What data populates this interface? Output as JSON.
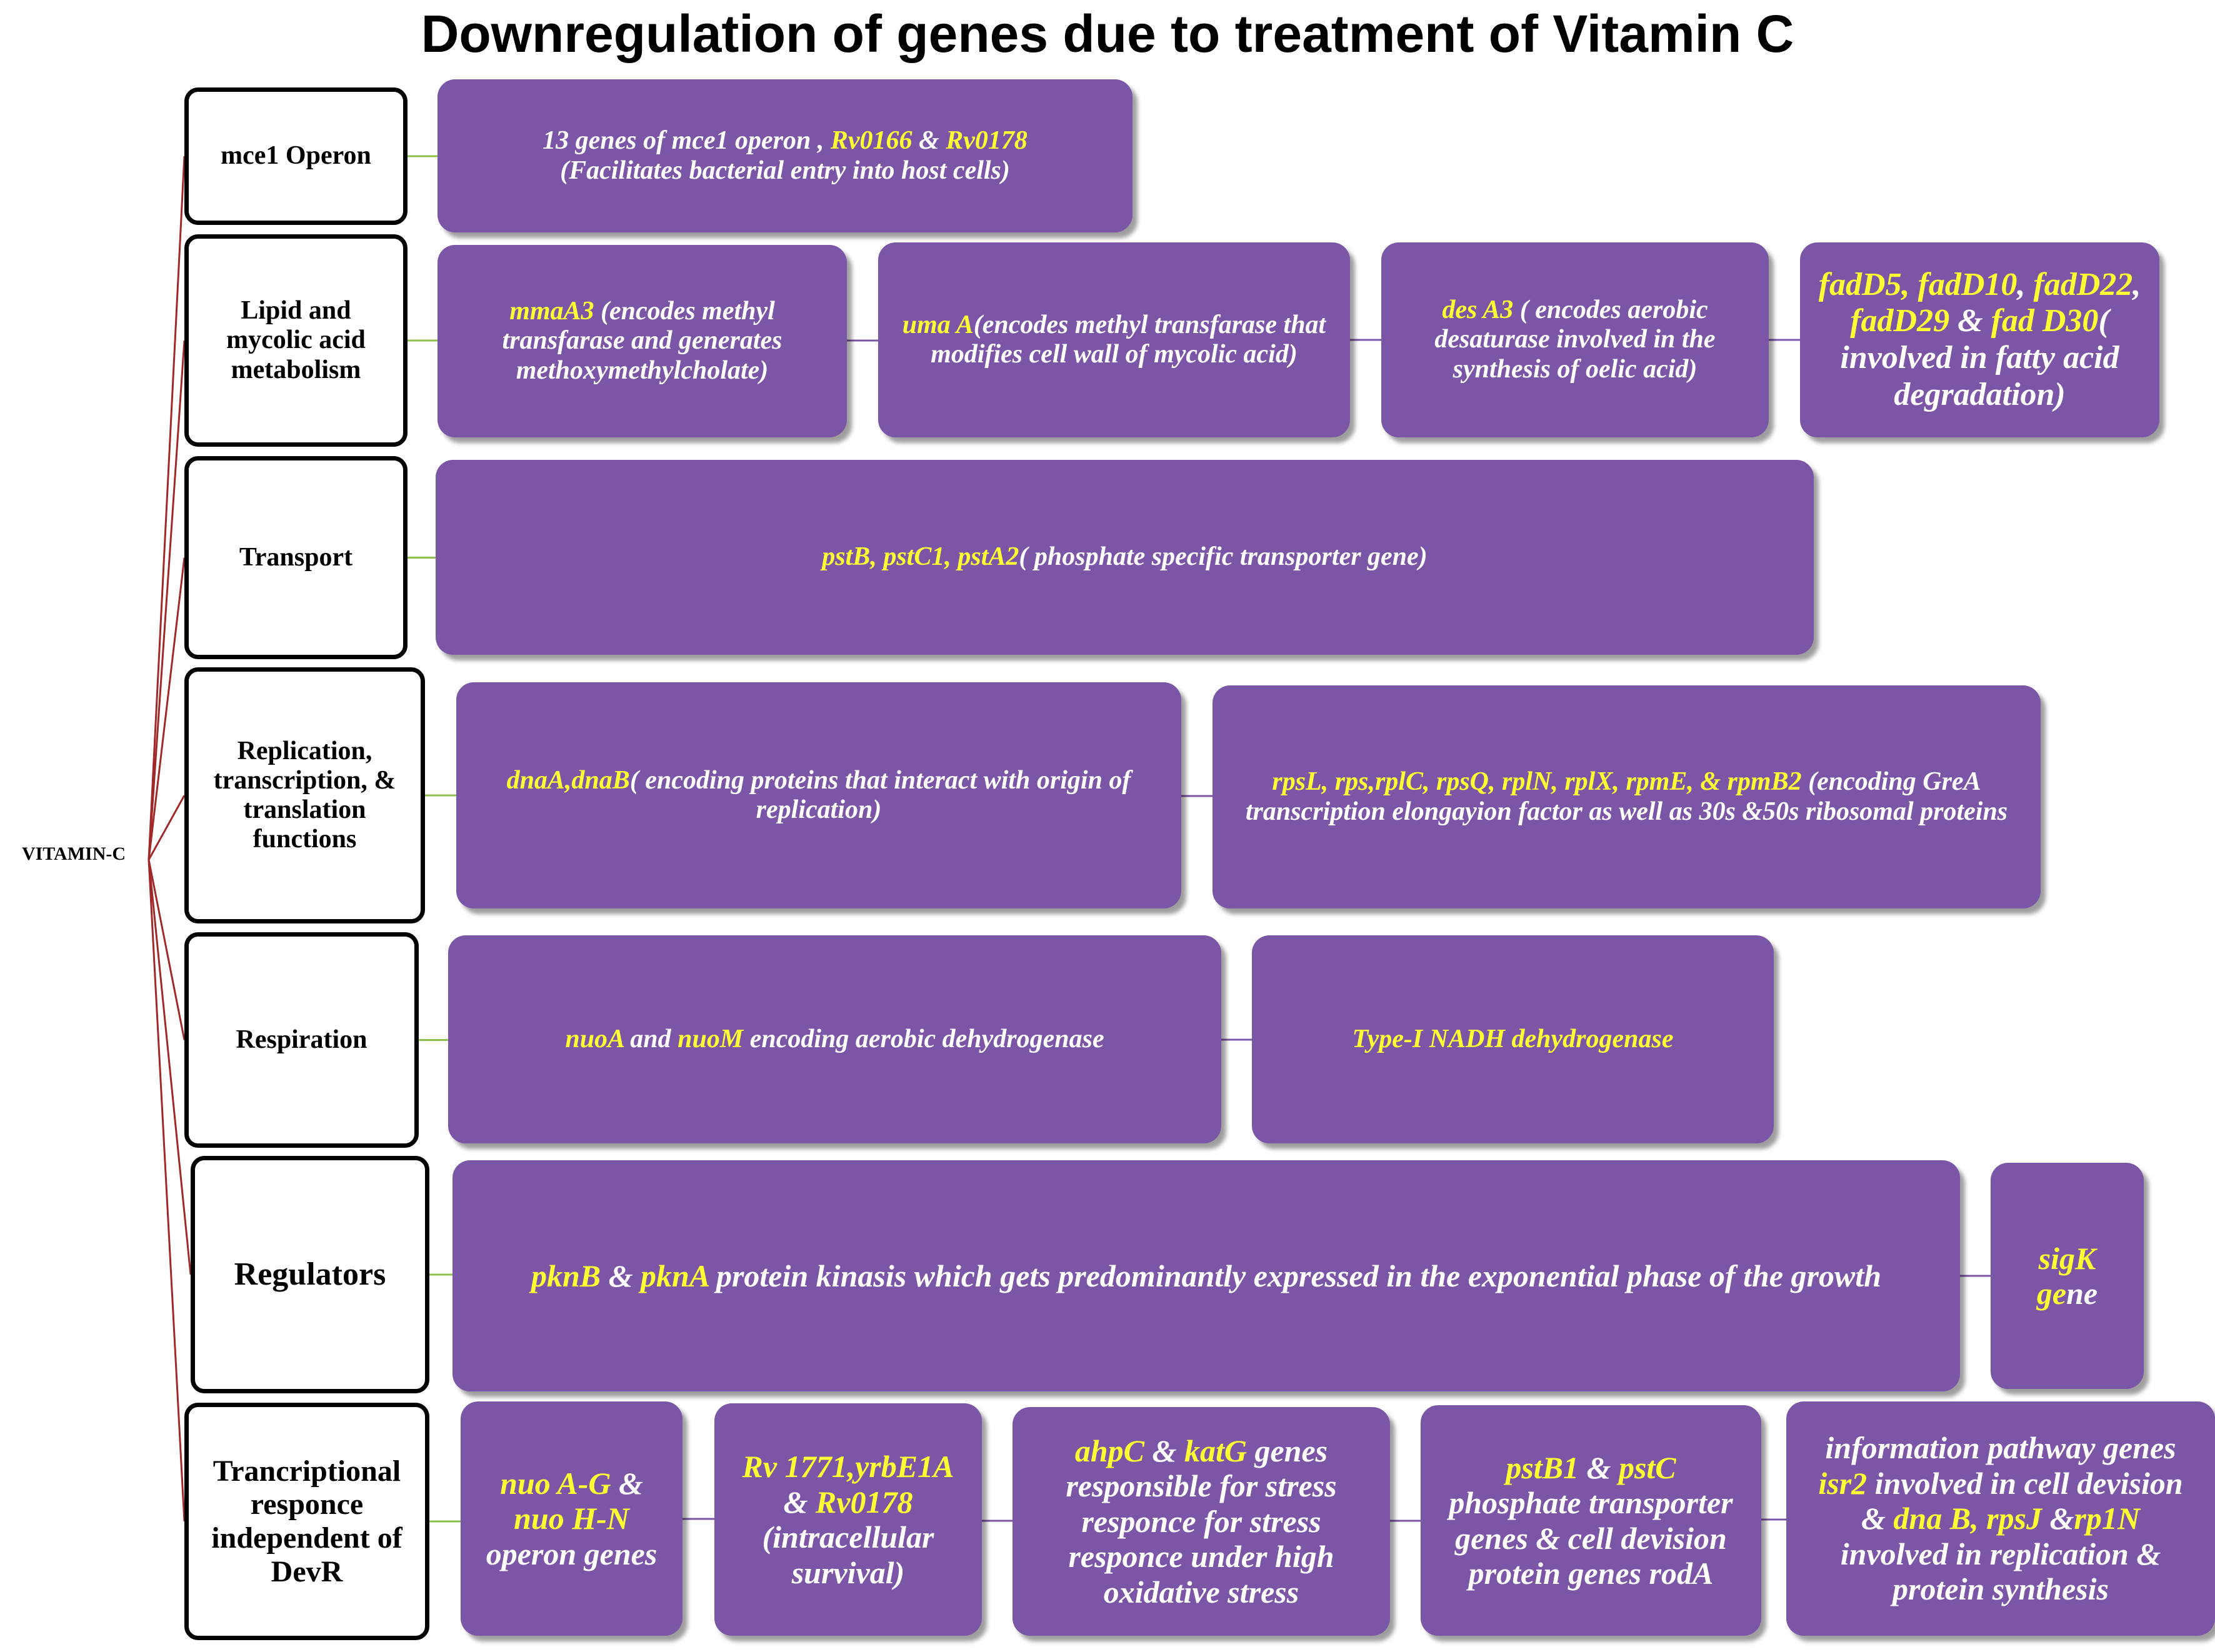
{
  "title": "Downregulation of genes due to treatment of Vitamin C",
  "root": "VITAMIN-C",
  "colors": {
    "box_fill": "#7b55a6",
    "gene_text": "#ffff33",
    "body_text": "#ffffff",
    "root_lines": "#a02828",
    "category_lines": "#8cc04a",
    "box_links": "#7b55a6"
  },
  "categories": [
    {
      "label": "mce1 Operon",
      "boxes": [
        {
          "segments": [
            {
              "t": "13 genes of mce1 operon , ",
              "y": false
            },
            {
              "t": "Rv0166",
              "y": true
            },
            {
              "t": " & ",
              "y": false
            },
            {
              "t": "Rv0178",
              "y": true
            },
            {
              "t": "\n(Facilitates bacterial entry into host cells)",
              "y": false
            }
          ]
        }
      ]
    },
    {
      "label": "Lipid and\nmycolic acid\nmetabolism",
      "boxes": [
        {
          "segments": [
            {
              "t": "mmaA3",
              "y": true
            },
            {
              "t": " (encodes methyl transfarase and generates methoxymethylcholate)",
              "y": false
            }
          ]
        },
        {
          "segments": [
            {
              "t": "uma A",
              "y": true
            },
            {
              "t": "(encodes methyl transfarase that modifies cell wall of mycolic acid)",
              "y": false
            }
          ]
        },
        {
          "segments": [
            {
              "t": "des A3",
              "y": true
            },
            {
              "t": " ( encodes aerobic desaturase involved in the synthesis of oelic acid)",
              "y": false
            }
          ]
        },
        {
          "segments": [
            {
              "t": "fadD5, fadD10",
              "y": true
            },
            {
              "t": ", ",
              "y": false
            },
            {
              "t": "fadD22",
              "y": true
            },
            {
              "t": ", ",
              "y": false
            },
            {
              "t": "fadD29",
              "y": true
            },
            {
              "t": " & ",
              "y": false
            },
            {
              "t": "fad D30",
              "y": true
            },
            {
              "t": "( involved in fatty acid degradation)",
              "y": false
            }
          ]
        }
      ]
    },
    {
      "label": "Transport",
      "boxes": [
        {
          "segments": [
            {
              "t": "pstB, pstC1, pstA2",
              "y": true
            },
            {
              "t": "( phosphate specific transporter gene)",
              "y": false
            }
          ]
        }
      ]
    },
    {
      "label": "Replication,\ntranscription, &\ntranslation\nfunctions",
      "boxes": [
        {
          "segments": [
            {
              "t": "dnaA,dnaB",
              "y": true
            },
            {
              "t": "( encoding proteins that interact with origin of replication)",
              "y": false
            }
          ]
        },
        {
          "segments": [
            {
              "t": "rpsL, rps,rplC, rpsQ, rplN, rplX, rpmE, & rpmB2",
              "y": true
            },
            {
              "t": " (encoding GreA transcription elongayion factor as well as 30s &50s ribosomal proteins",
              "y": false
            }
          ]
        }
      ]
    },
    {
      "label": "Respiration",
      "boxes": [
        {
          "segments": [
            {
              "t": "nuoA",
              "y": true
            },
            {
              "t": " and ",
              "y": false
            },
            {
              "t": "nuoM",
              "y": true
            },
            {
              "t": " encoding aerobic  dehydrogenase",
              "y": false
            }
          ]
        },
        {
          "segments": [
            {
              "t": "Type-I NADH dehydrogenase",
              "y": true
            }
          ]
        }
      ]
    },
    {
      "label": "Regulators",
      "boxes": [
        {
          "segments": [
            {
              "t": "pknB",
              "y": true
            },
            {
              "t": " & ",
              "y": false
            },
            {
              "t": "pknA",
              "y": true
            },
            {
              "t": " protein kinasis which gets predominantly expressed in the exponential phase of the growth",
              "y": false
            }
          ]
        },
        {
          "segments": [
            {
              "t": "sigK",
              "y": true
            },
            {
              "t": " ",
              "y": false
            },
            {
              "t": "ge",
              "y": true
            },
            {
              "t": "ne",
              "y": false
            }
          ]
        }
      ]
    },
    {
      "label": "Trancriptional\nresponce\nindependent of\nDevR",
      "boxes": [
        {
          "segments": [
            {
              "t": "nuo A-G",
              "y": true
            },
            {
              "t": " &\n",
              "y": false
            },
            {
              "t": "nuo H-N",
              "y": true
            },
            {
              "t": "\noperon genes",
              "y": false
            }
          ]
        },
        {
          "segments": [
            {
              "t": "Rv 1771,yrbE1A",
              "y": true
            },
            {
              "t": "\n& ",
              "y": false
            },
            {
              "t": "Rv0178",
              "y": true
            },
            {
              "t": "\n(intracellular\nsurvival)",
              "y": false
            }
          ]
        },
        {
          "segments": [
            {
              "t": "ahpC",
              "y": true
            },
            {
              "t": " & ",
              "y": false
            },
            {
              "t": "katG",
              "y": true
            },
            {
              "t": " genes\nresponsible for stress\nresponce for stress\nresponce under high\noxidative stress",
              "y": false
            }
          ]
        },
        {
          "segments": [
            {
              "t": "pstB1",
              "y": true
            },
            {
              "t": " & ",
              "y": false
            },
            {
              "t": "pstC",
              "y": true
            },
            {
              "t": "\nphosphate transporter\ngenes  & cell devision\nprotein genes rodA",
              "y": false
            }
          ]
        },
        {
          "segments": [
            {
              "t": "information pathway genes\n",
              "y": false
            },
            {
              "t": "isr2",
              "y": true
            },
            {
              "t": " involved in cell devision\n& ",
              "y": false
            },
            {
              "t": "dna B, rpsJ",
              "y": true
            },
            {
              "t": " &",
              "y": false
            },
            {
              "t": "rp1N",
              "y": true
            },
            {
              "t": "\ninvolved in replication &\nprotein synthesis",
              "y": false
            }
          ]
        }
      ]
    }
  ]
}
